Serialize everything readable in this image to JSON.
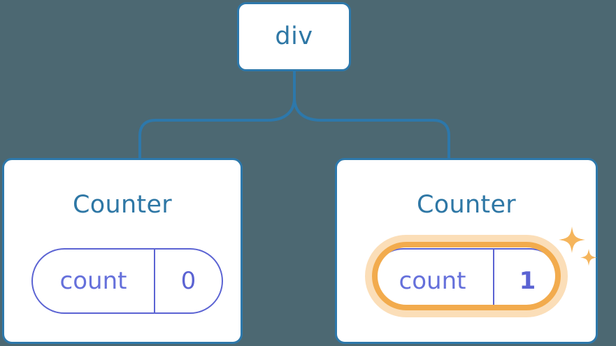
{
  "diagram": {
    "type": "component-tree",
    "background_color": "#4c6872",
    "node_border_color": "#2d78ab",
    "node_fill_color": "#ffffff",
    "title_text_color": "#2e77a5",
    "pill_color": "#5b63d3",
    "highlight_ring_color": "#f2ab4d",
    "highlight_glow_color": "#fbdeb8",
    "sparkle_color": "#f5b55c"
  },
  "root": {
    "label": "div"
  },
  "children": [
    {
      "title": "Counter",
      "state": {
        "key": "count",
        "value": "0"
      },
      "highlighted": false
    },
    {
      "title": "Counter",
      "state": {
        "key": "count",
        "value": "1"
      },
      "highlighted": true
    }
  ],
  "icons": {
    "sparkle_large": "sparkle-icon",
    "sparkle_small": "sparkle-icon"
  }
}
